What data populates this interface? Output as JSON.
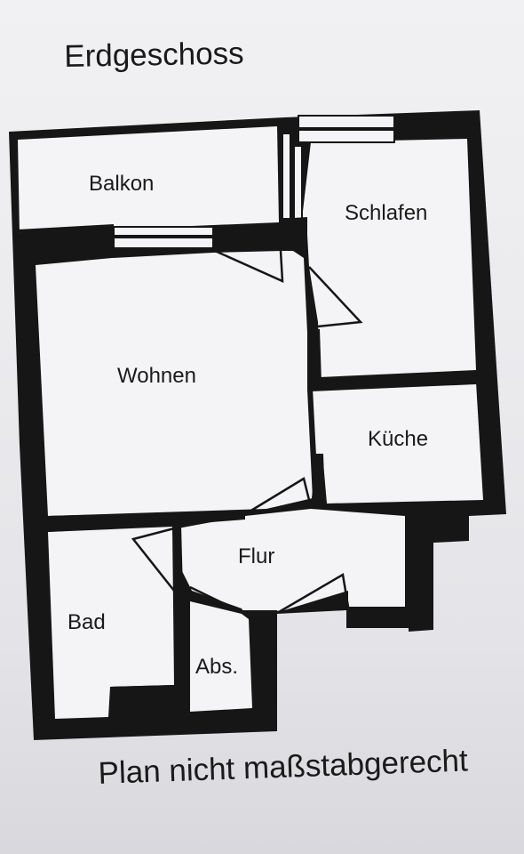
{
  "title": "Erdgeschoss",
  "rooms": {
    "balkon": "Balkon",
    "schlafen": "Schlafen",
    "wohnen": "Wohnen",
    "kueche": "Küche",
    "flur": "Flur",
    "bad": "Bad",
    "abs": "Abs."
  },
  "note": "Plan nicht maßstabgerecht",
  "colors": {
    "wall": "#161616",
    "floor": "#f4f4f6",
    "paper": "#ebebee"
  }
}
